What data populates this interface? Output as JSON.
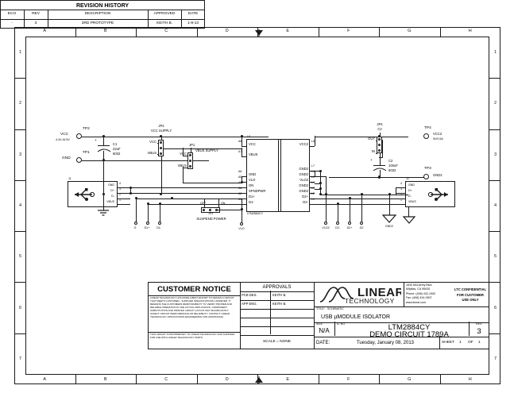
{
  "sheet": {
    "zone_letters": [
      "A",
      "B",
      "C",
      "D",
      "E",
      "F",
      "G",
      "H"
    ],
    "zone_numbers": [
      "1",
      "2",
      "3",
      "4",
      "5",
      "6",
      "7"
    ]
  },
  "revision_history": {
    "title": "REVISION HISTORY",
    "headers": [
      "ECO",
      "REV",
      "DESCRIPTION",
      "APPROVED",
      "DATE"
    ],
    "rows": [
      {
        "eco": "-",
        "rev": "3",
        "description": "3RD PROTOTYPE",
        "approved": "KEITH B.",
        "date": "1-8-13"
      }
    ]
  },
  "customer_notice": {
    "heading": "CUSTOMER NOTICE",
    "body": "LINEAR TECHNOLOGY HAS MADE A BEST EFFORT TO DESIGN A CIRCUIT THAT MEETS CUSTOMER - SUPPLIED SPECIFICATIONS; HOWEVER, IT REMAINS THE CUSTOMERS RESPONSIBILITY TO VERIFY PROPER AND RELIABLE OPERATION IN THE ACTUAL APPLICATION.  COMPONENT SUBSTITUTION AND PRINTED CIRCUIT LAYOUT MAY SIGNIFICANTLY AFFECT CIRCUIT PERFORMANCE OR RELIABILITY. CONTACT LINEAR TECHNOLOGY APPLICATIONS ENGINEERING FOR ASSISTANCE.",
    "footer": "THIS CIRCUIT IS PROPRIETARY TO LINEAR TECHNOLOGY AND SUPPLIED FOR USE WITH LINEAR TECHNOLOGY PARTS."
  },
  "approvals": {
    "title": "APPROVALS",
    "rows": [
      {
        "role": "PCB DES.",
        "name": "KEITH B."
      },
      {
        "role": "APP ENG.",
        "name": "KEITH B."
      },
      {
        "role": "",
        "name": ""
      },
      {
        "role": "",
        "name": ""
      },
      {
        "role": "",
        "name": ""
      }
    ],
    "scale": "SCALE = NONE"
  },
  "company": {
    "name_line1": "LINEAR",
    "name_line2": "TECHNOLOGY",
    "address": [
      "1630 McCarthy Blvd.",
      "Milpitas, CA  95035",
      "Phone: (408) 432-1900",
      "Fax: (408) 434-0507",
      "www.linear.com"
    ],
    "confidential": [
      "LTC CONFIDENTIAL",
      "FOR CUSTOMER",
      "USE ONLY"
    ]
  },
  "title_block": {
    "title_label": "TITLE:",
    "title_kind": "SCHEMATIC",
    "title_text": "USB µMODULE ISOLATOR",
    "size_label": "SIZE",
    "size_value": "N/A",
    "ic_no_label": "IC NO.",
    "part_number": "LTM2884CY",
    "demo_circuit": "DEMO CIRCUIT 1789A",
    "rev_label": "REV.",
    "rev_value": "3",
    "date_label": "DATE:",
    "date_value": "Tuesday, January 08, 2013",
    "sheet_label": "SHEET",
    "sheet_num": "1",
    "sheet_of": "OF",
    "sheet_total": "1"
  },
  "circuit": {
    "testpoints": [
      {
        "ref": "TP2",
        "net": "VCC",
        "sub": "4.4V-16.5V"
      },
      {
        "ref": "TP1",
        "net": "GND",
        "sub": ""
      },
      {
        "ref": "TP4",
        "net": "VCC2",
        "sub": "5V/0.5A"
      },
      {
        "ref": "TP3",
        "net": "GND2",
        "sub": ""
      }
    ],
    "capacitors": [
      {
        "ref": "C1",
        "value": "22uF",
        "pkg": "6032"
      },
      {
        "ref": "C2",
        "value": "100uF",
        "pkg": "6032"
      }
    ],
    "jumpers": [
      {
        "ref": "JP2",
        "name": "VCC SUPPLY",
        "pins": [
          "VCC",
          "VBUS"
        ]
      },
      {
        "ref": "JP1",
        "name": "VBUS SUPPLY",
        "pins": [
          "VCC",
          "VBUS"
        ]
      },
      {
        "ref": "JP3",
        "name": "SUSPEND POWER",
        "pins": [
          "OFF",
          "ON"
        ]
      },
      {
        "ref": "JP4",
        "name": "C2",
        "pins": [
          "OUT",
          "IN"
        ]
      }
    ],
    "connectors": [
      {
        "ref": "J1",
        "pins": [
          {
            "num": "4",
            "name": "GND"
          },
          {
            "num": "3",
            "name": "D+"
          },
          {
            "num": "2",
            "name": "D-"
          },
          {
            "num": "1",
            "name": "VBUS"
          }
        ]
      },
      {
        "ref": "J2",
        "pins": [
          {
            "num": "4",
            "name": "GND"
          },
          {
            "num": "3",
            "name": "D+"
          },
          {
            "num": "2",
            "name": "D-"
          },
          {
            "num": "1",
            "name": "VBUS"
          }
        ]
      }
    ],
    "ic": {
      "ref": "U1",
      "part": "LTM2884CY",
      "left_pins": [
        {
          "num": "A8",
          "name": "VCC"
        },
        {
          "num": "A7",
          "name": "VBUS"
        },
        {
          "num": "A6",
          "name": "GND"
        },
        {
          "num": "A5",
          "name": "VLO"
        },
        {
          "num": "A4",
          "name": "ON"
        },
        {
          "num": "A3",
          "name": "SPNDPWR"
        },
        {
          "num": "A2",
          "name": "D1+"
        },
        {
          "num": "A1",
          "name": "D1-"
        }
      ],
      "right_pins": [
        {
          "num": "L8",
          "name": "VCC2"
        },
        {
          "num": "L7",
          "name": "GND2"
        },
        {
          "num": "L6",
          "name": "GND2"
        },
        {
          "num": "L5",
          "name": "VLO2"
        },
        {
          "num": "L4",
          "name": "GND2"
        },
        {
          "num": "L3",
          "name": "GND2"
        },
        {
          "num": "L2",
          "name": "D2+"
        },
        {
          "num": "L1",
          "name": "D2-"
        }
      ]
    },
    "probe_points_left": [
      "G",
      "D1+",
      "D1-"
    ],
    "probe_point_vlo": "VLO",
    "probe_points_right": [
      "VLO2",
      "D2-",
      "D2+",
      "G2"
    ],
    "ground_label_right": "GND2"
  },
  "colors": {
    "line": "#1a1a1a",
    "background": "#ffffff"
  }
}
